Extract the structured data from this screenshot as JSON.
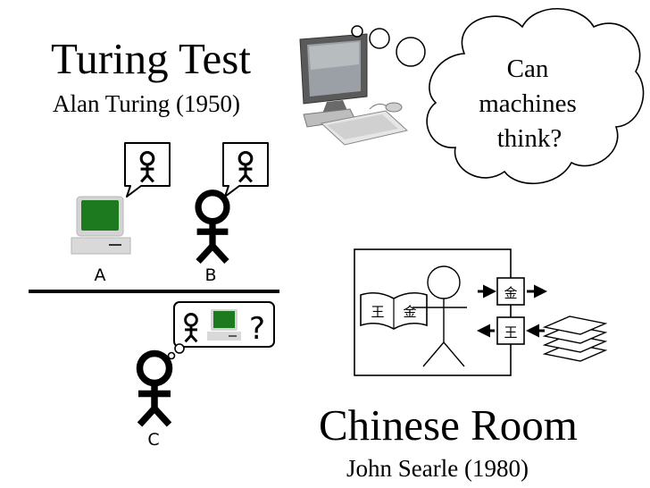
{
  "turing": {
    "title": "Turing Test",
    "subtitle": "Alan Turing (1950)",
    "label_a": "A",
    "label_b": "B",
    "label_c": "C",
    "question_mark": "?"
  },
  "thought_bubble": {
    "line1": "Can",
    "line2": "machines",
    "line3": "think?"
  },
  "chinese_room": {
    "title": "Chinese Room",
    "subtitle": "John Searle (1980)",
    "book_char_left": "王",
    "book_char_right": "金",
    "output_char": "金",
    "input_char": "王"
  },
  "colors": {
    "screen_green": "#1e7a1e",
    "computer_gray": "#d8d8d8"
  },
  "icons": [
    "computer-icon",
    "person-icon",
    "speech-bubble-icon",
    "thought-bubble-icon",
    "book-icon",
    "paper-stack-icon",
    "arrow-icon"
  ]
}
